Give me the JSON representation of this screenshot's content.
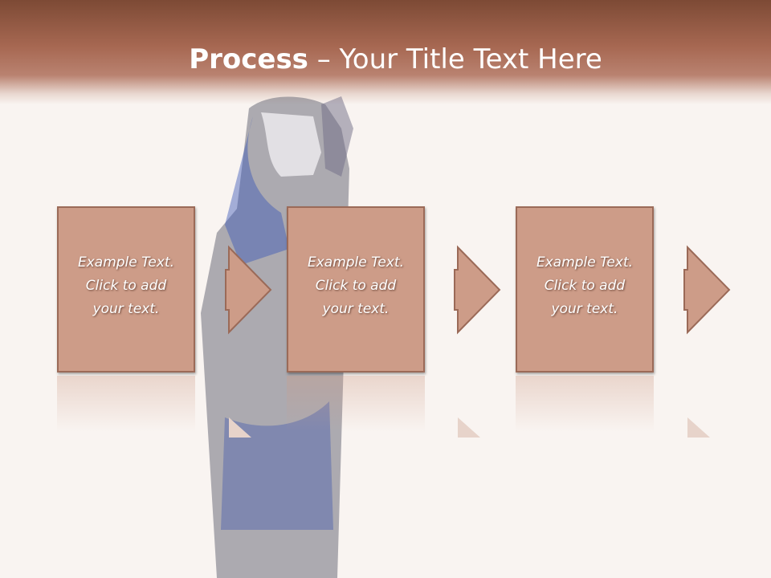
{
  "slide": {
    "title_bold": "Process",
    "title_rest": " – Your Title Text Here"
  },
  "steps": [
    {
      "text": "Example Text.\nClick  to add\nyour text."
    },
    {
      "text": "Example Text.\nClick  to add\nyour text."
    },
    {
      "text": "Example Text.\nClick  to add\nyour text."
    }
  ],
  "colors": {
    "header": "#a76852",
    "box_fill": "#cd9c88",
    "box_border": "#9b6a58",
    "background": "#f9f4f1"
  },
  "icons": [
    "arrow-right-icon"
  ]
}
